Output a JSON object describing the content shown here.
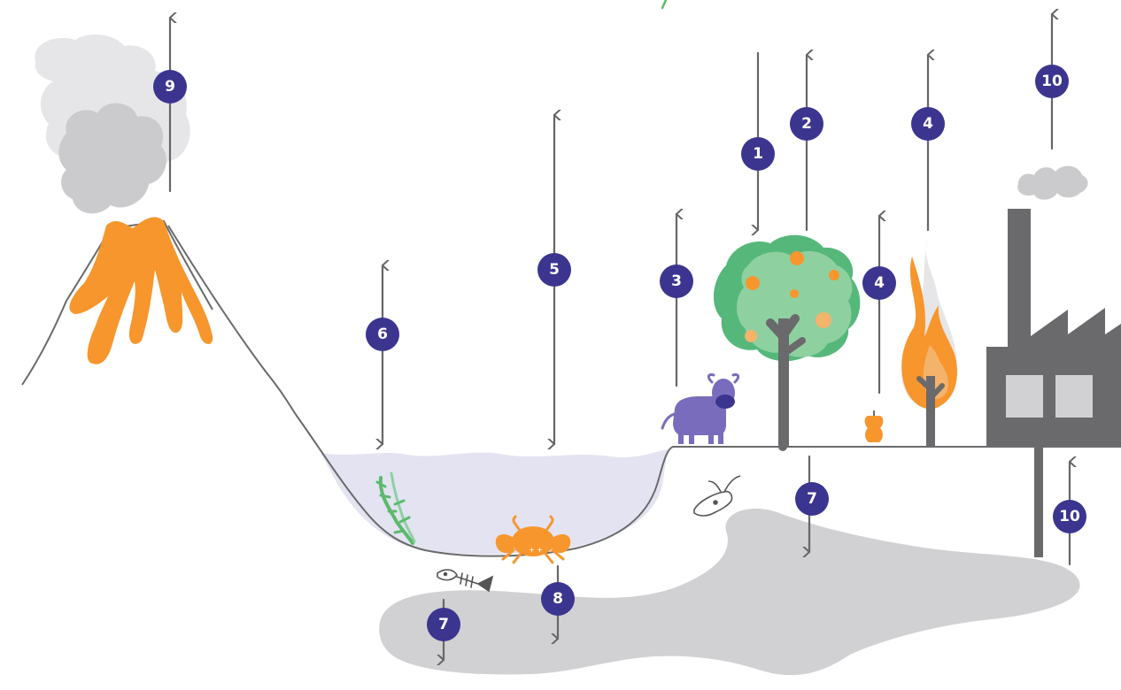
{
  "colors": {
    "badge": "#3b3590",
    "arrow": "#666666",
    "sediment": "#d1d1d3",
    "water": "#e3e3f2",
    "lava": "#f7962d",
    "smoke_light": "#e6e6e8",
    "smoke_dark": "#cbcbcd",
    "tree_canopy": "#8fd0a0",
    "tree_dark": "#55b87a",
    "fruit": "#f7962d",
    "cow": "#7a6cbc",
    "factory": "#6a6a6c",
    "fire": "#f7962d",
    "seaweed": "#5cba6c",
    "crab": "#f7962d"
  },
  "badges": {
    "b1": "1",
    "b2": "2",
    "b3": "3",
    "b4a": "4",
    "b4b": "4",
    "b5": "5",
    "b6": "6",
    "b7a": "7",
    "b7b": "7",
    "b8": "8",
    "b9": "9",
    "b10a": "10",
    "b10b": "10"
  },
  "icons": {
    "volcano": "volcano-icon",
    "tree": "fruit-tree-icon",
    "cow": "cow-icon",
    "apple_core": "apple-core-icon",
    "fire": "burning-tree-icon",
    "factory": "factory-icon",
    "crab": "crab-icon",
    "seaweed": "seaweed-icon",
    "fish_skeleton": "fish-skeleton-icon",
    "cow_skull": "cow-skull-icon"
  }
}
